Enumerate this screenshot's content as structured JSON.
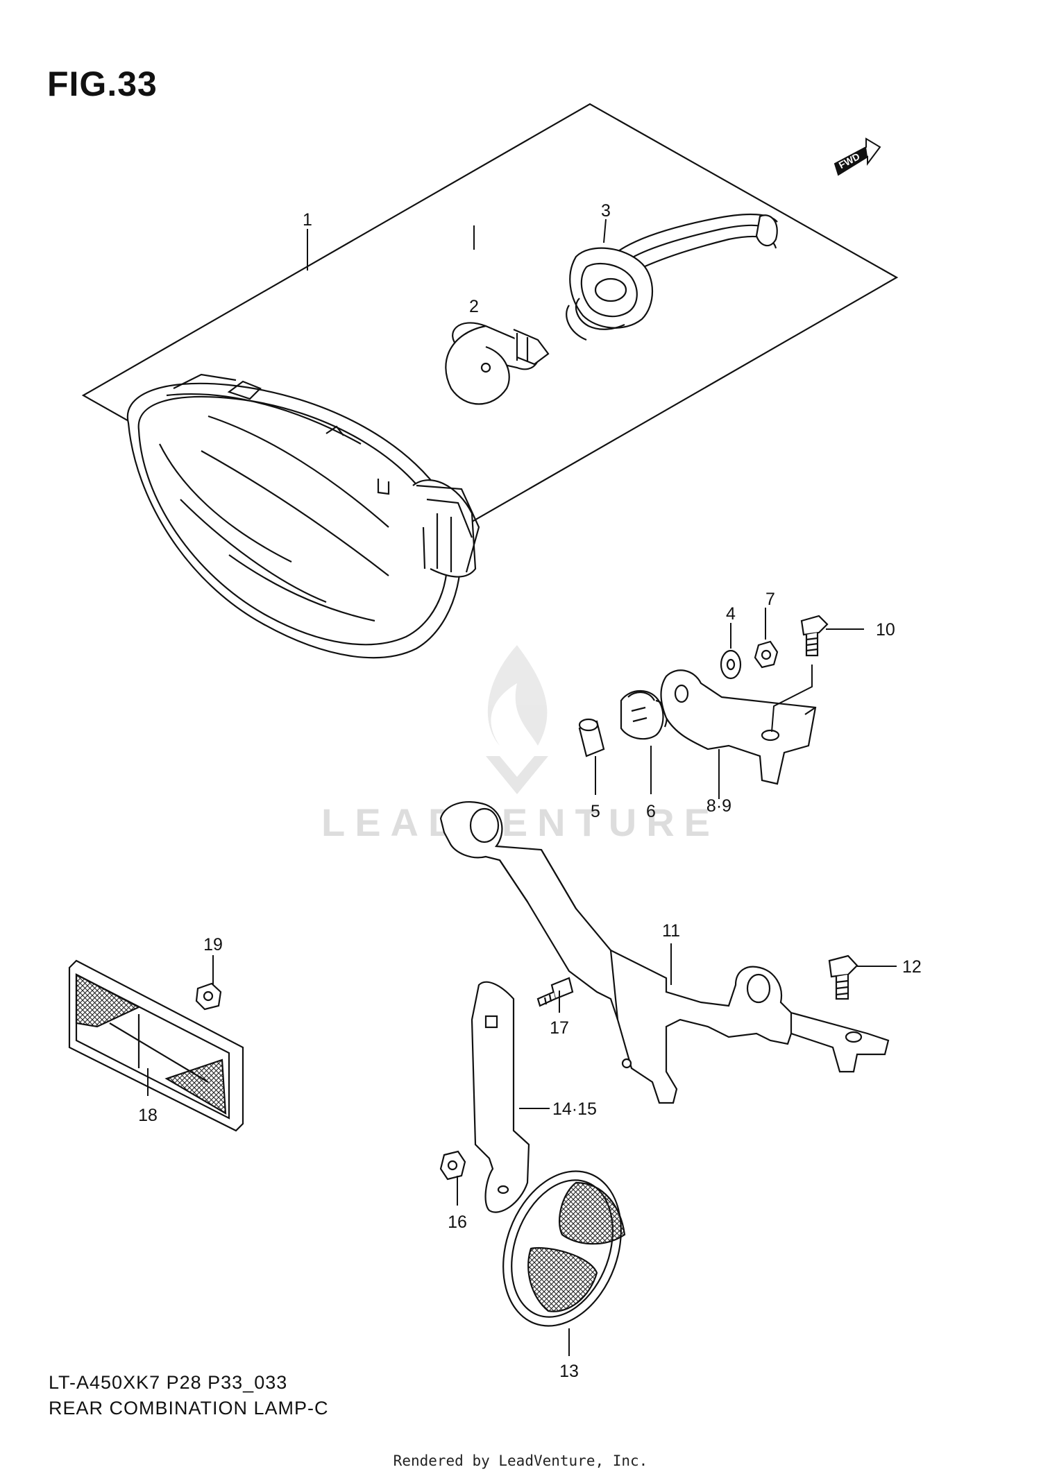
{
  "figure": {
    "title": "FIG.33"
  },
  "fwd_label": "FWD",
  "watermark": "LEADVENTURE",
  "callouts": [
    {
      "id": "c1",
      "text": "1"
    },
    {
      "id": "c2",
      "text": "2"
    },
    {
      "id": "c3",
      "text": "3"
    },
    {
      "id": "c4",
      "text": "4"
    },
    {
      "id": "c5",
      "text": "5"
    },
    {
      "id": "c6",
      "text": "6"
    },
    {
      "id": "c7",
      "text": "7"
    },
    {
      "id": "c89",
      "text": "8·9"
    },
    {
      "id": "c10",
      "text": "10"
    },
    {
      "id": "c11",
      "text": "11"
    },
    {
      "id": "c12",
      "text": "12"
    },
    {
      "id": "c13",
      "text": "13"
    },
    {
      "id": "c1415",
      "text": "14·15"
    },
    {
      "id": "c16",
      "text": "16"
    },
    {
      "id": "c17",
      "text": "17"
    },
    {
      "id": "c18",
      "text": "18"
    },
    {
      "id": "c19",
      "text": "19"
    }
  ],
  "footer": {
    "model_code": "LT-A450XK7  P28  P33_033",
    "section_name": "REAR COMBINATION LAMP-C",
    "rendered_by": "Rendered by LeadVenture, Inc."
  }
}
